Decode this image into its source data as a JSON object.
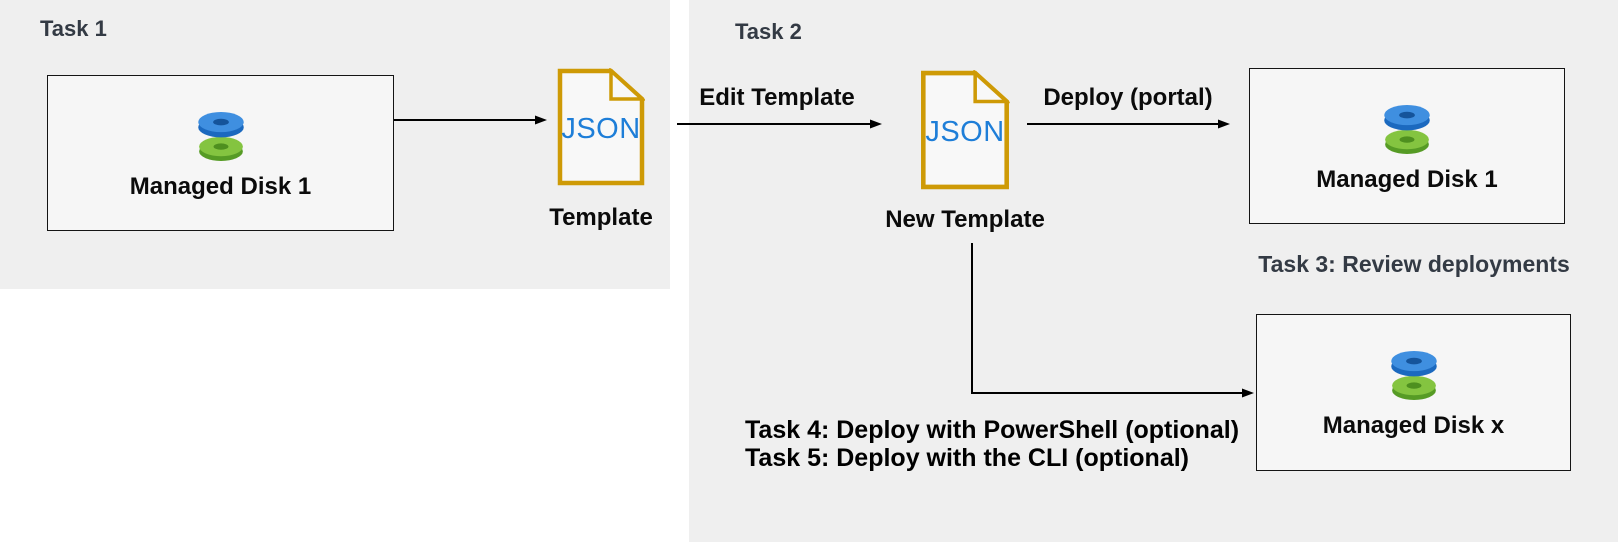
{
  "diagram": {
    "task1": {
      "heading": "Task 1",
      "disk_box_label": "Managed Disk 1",
      "template_doc_text": "JSON",
      "template_label": "Template"
    },
    "task2": {
      "heading": "Task 2",
      "edit_arrow_label": "Edit Template",
      "new_template_doc_text": "JSON",
      "new_template_label": "New Template",
      "deploy_arrow_label": "Deploy (portal)",
      "disk_box_label": "Managed Disk 1"
    },
    "task3_caption": "Task 3: Review deployments",
    "task45": {
      "line1": "Task 4: Deploy with PowerShell (optional)",
      "line2": "Task 5: Deploy with the CLI (optional)"
    },
    "disk_x_label": "Managed Disk x"
  },
  "colors": {
    "panel_bg": "#efefef",
    "heading": "#333a44",
    "json_blue": "#1e7ed8",
    "doc_gold": "#ce9a06",
    "arrow": "#000000",
    "disk_blue_top": "#3f8fe0",
    "disk_blue_side": "#1b69bf",
    "disk_blue_hole": "#15549b",
    "disk_green_top": "#84c440",
    "disk_green_side": "#569b25",
    "disk_green_hole": "#4e8f1f"
  }
}
